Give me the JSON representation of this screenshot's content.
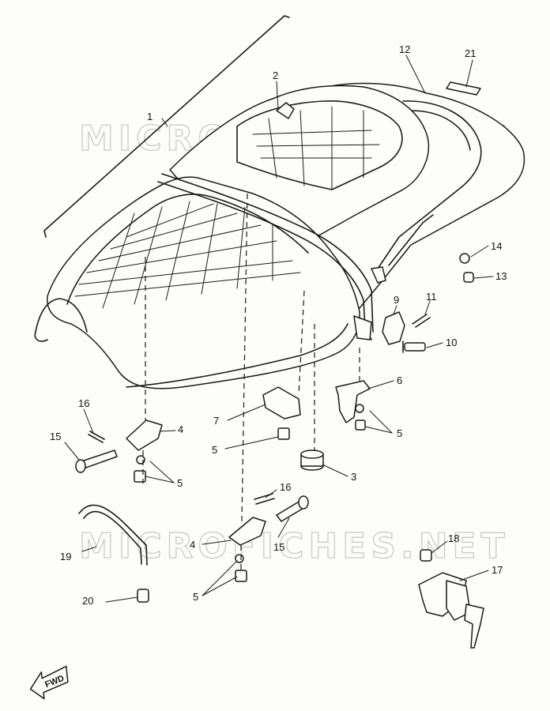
{
  "watermark_text": "MICROFICHES.NET",
  "fwd_label": "FWD",
  "callouts": [
    "1",
    "2",
    "3",
    "4",
    "4",
    "5",
    "5",
    "5",
    "5",
    "6",
    "7",
    "9",
    "10",
    "11",
    "12",
    "13",
    "14",
    "15",
    "15",
    "16",
    "16",
    "17",
    "18",
    "19",
    "20",
    "21"
  ]
}
